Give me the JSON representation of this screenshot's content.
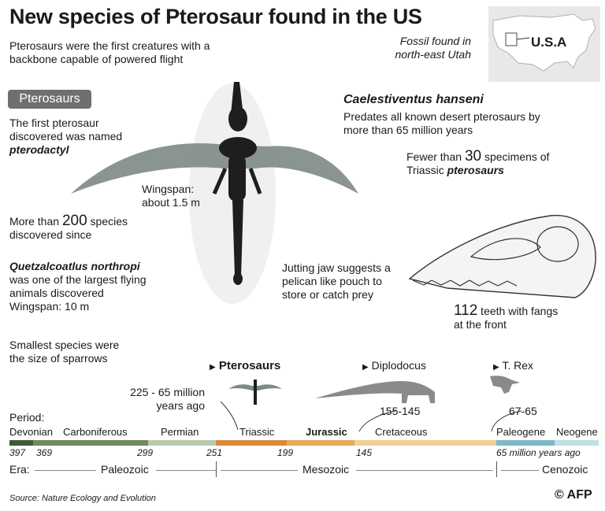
{
  "title": "New species of Pterosaur found in the US",
  "subtitle": "Pterosaurs were the first creatures with a backbone capable of powered flight",
  "map": {
    "label": "U.S.A",
    "fossil_note": "Fossil found in north-east Utah"
  },
  "badge": "Pterosaurs",
  "left_facts": {
    "first_a": "The first pterosaur discovered was named",
    "first_name": "pterodactyl",
    "species_prefix": "More than ",
    "species_count": "200",
    "species_suffix": " species discovered since",
    "largest_name": "Quetzalcoatlus northropi",
    "largest_text": "was one of the largest flying animals discovered",
    "largest_wingspan": "Wingspan: 10 m",
    "smallest": "Smallest species were the size of sparrows"
  },
  "wingspan": "Wingspan: about 1.5 m",
  "new_species": {
    "name": "Caelestiventus hanseni",
    "predates": "Predates all known desert pterosaurs by more than 65 million years",
    "fewer_prefix": "Fewer than ",
    "fewer_count": "30",
    "fewer_mid": " specimens of Triassic ",
    "fewer_name": "pterosaurs"
  },
  "jaw_note": "Jutting jaw suggests a pelican like pouch to store or catch prey",
  "teeth": {
    "count": "112",
    "text": " teeth with fangs at the front"
  },
  "timeline": {
    "animals": [
      {
        "name": "Pterosaurs",
        "range": "225 - 65 million years ago"
      },
      {
        "name": "Diplodocus",
        "range": "155-145"
      },
      {
        "name": "T. Rex",
        "range": "67-65"
      }
    ],
    "period_heading": "Period:",
    "periods": [
      {
        "name": "Devonian",
        "color": "#3f5a3a"
      },
      {
        "name": "Carboniferous",
        "color": "#6f8a63"
      },
      {
        "name": "Permian",
        "color": "#b9c9ad"
      },
      {
        "name": "Triassic",
        "color": "#d98a3c"
      },
      {
        "name": "Jurassic",
        "color": "#e7a95a"
      },
      {
        "name": "Cretaceous",
        "color": "#f1cf95"
      },
      {
        "name": "Paleogene",
        "color": "#7fb9c6"
      },
      {
        "name": "Neogene",
        "color": "#bfe0e6"
      }
    ],
    "ticks": [
      "397",
      "369",
      "299",
      "251",
      "199",
      "145",
      "65 million years ago"
    ],
    "era_heading": "Era:",
    "eras": [
      "Paleozoic",
      "Mesozoic",
      "Cenozoic"
    ]
  },
  "source_label": "Source:",
  "source_text": "Nature Ecology and Evolution",
  "credit": "© AFP"
}
